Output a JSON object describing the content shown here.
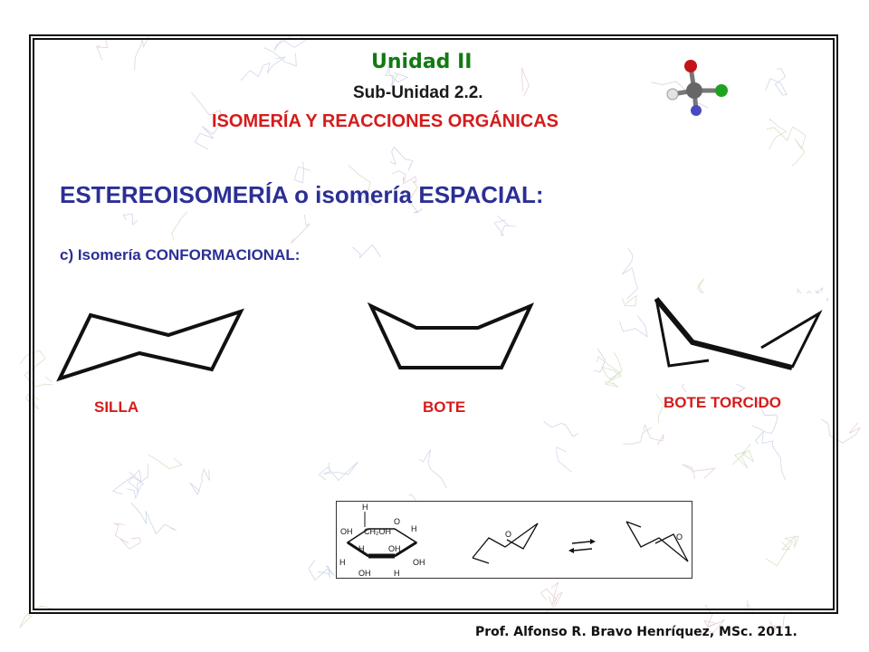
{
  "slide": {
    "unit_title": "Unidad II",
    "subunit": "Sub-Unidad 2.2.",
    "topic": "ISOMERÍA Y REACCIONES ORGÁNICAS",
    "heading": "ESTEREOISOMERÍA o isomería ESPACIAL:",
    "subheading": "c) Isomería CONFORMACIONAL:",
    "footer": "Prof. Alfonso R. Bravo Henríquez, MSc. 2011."
  },
  "conformations": [
    {
      "label": "SILLA",
      "icon": "chair-conformation-icon"
    },
    {
      "label": "BOTE",
      "icon": "boat-conformation-icon"
    },
    {
      "label": "BOTE TORCIDO",
      "icon": "twist-boat-conformation-icon"
    }
  ],
  "sugar_structure": {
    "atoms": {
      "oh": "OH",
      "h": "H",
      "o": "O",
      "ch2oh": "CH₂OH"
    },
    "ring_oxygen": "O"
  },
  "colors": {
    "unit_title": "#127a12",
    "topic": "#d41c1c",
    "heading": "#2b2f95",
    "subheading": "#2b2f95",
    "labels": "#d41c1c",
    "footer": "#111111",
    "background_network": "#cdd5e8"
  },
  "icons": {
    "molecule": "tetrahedral-molecule-icon",
    "equilibrium": "equilibrium-arrows-icon"
  }
}
